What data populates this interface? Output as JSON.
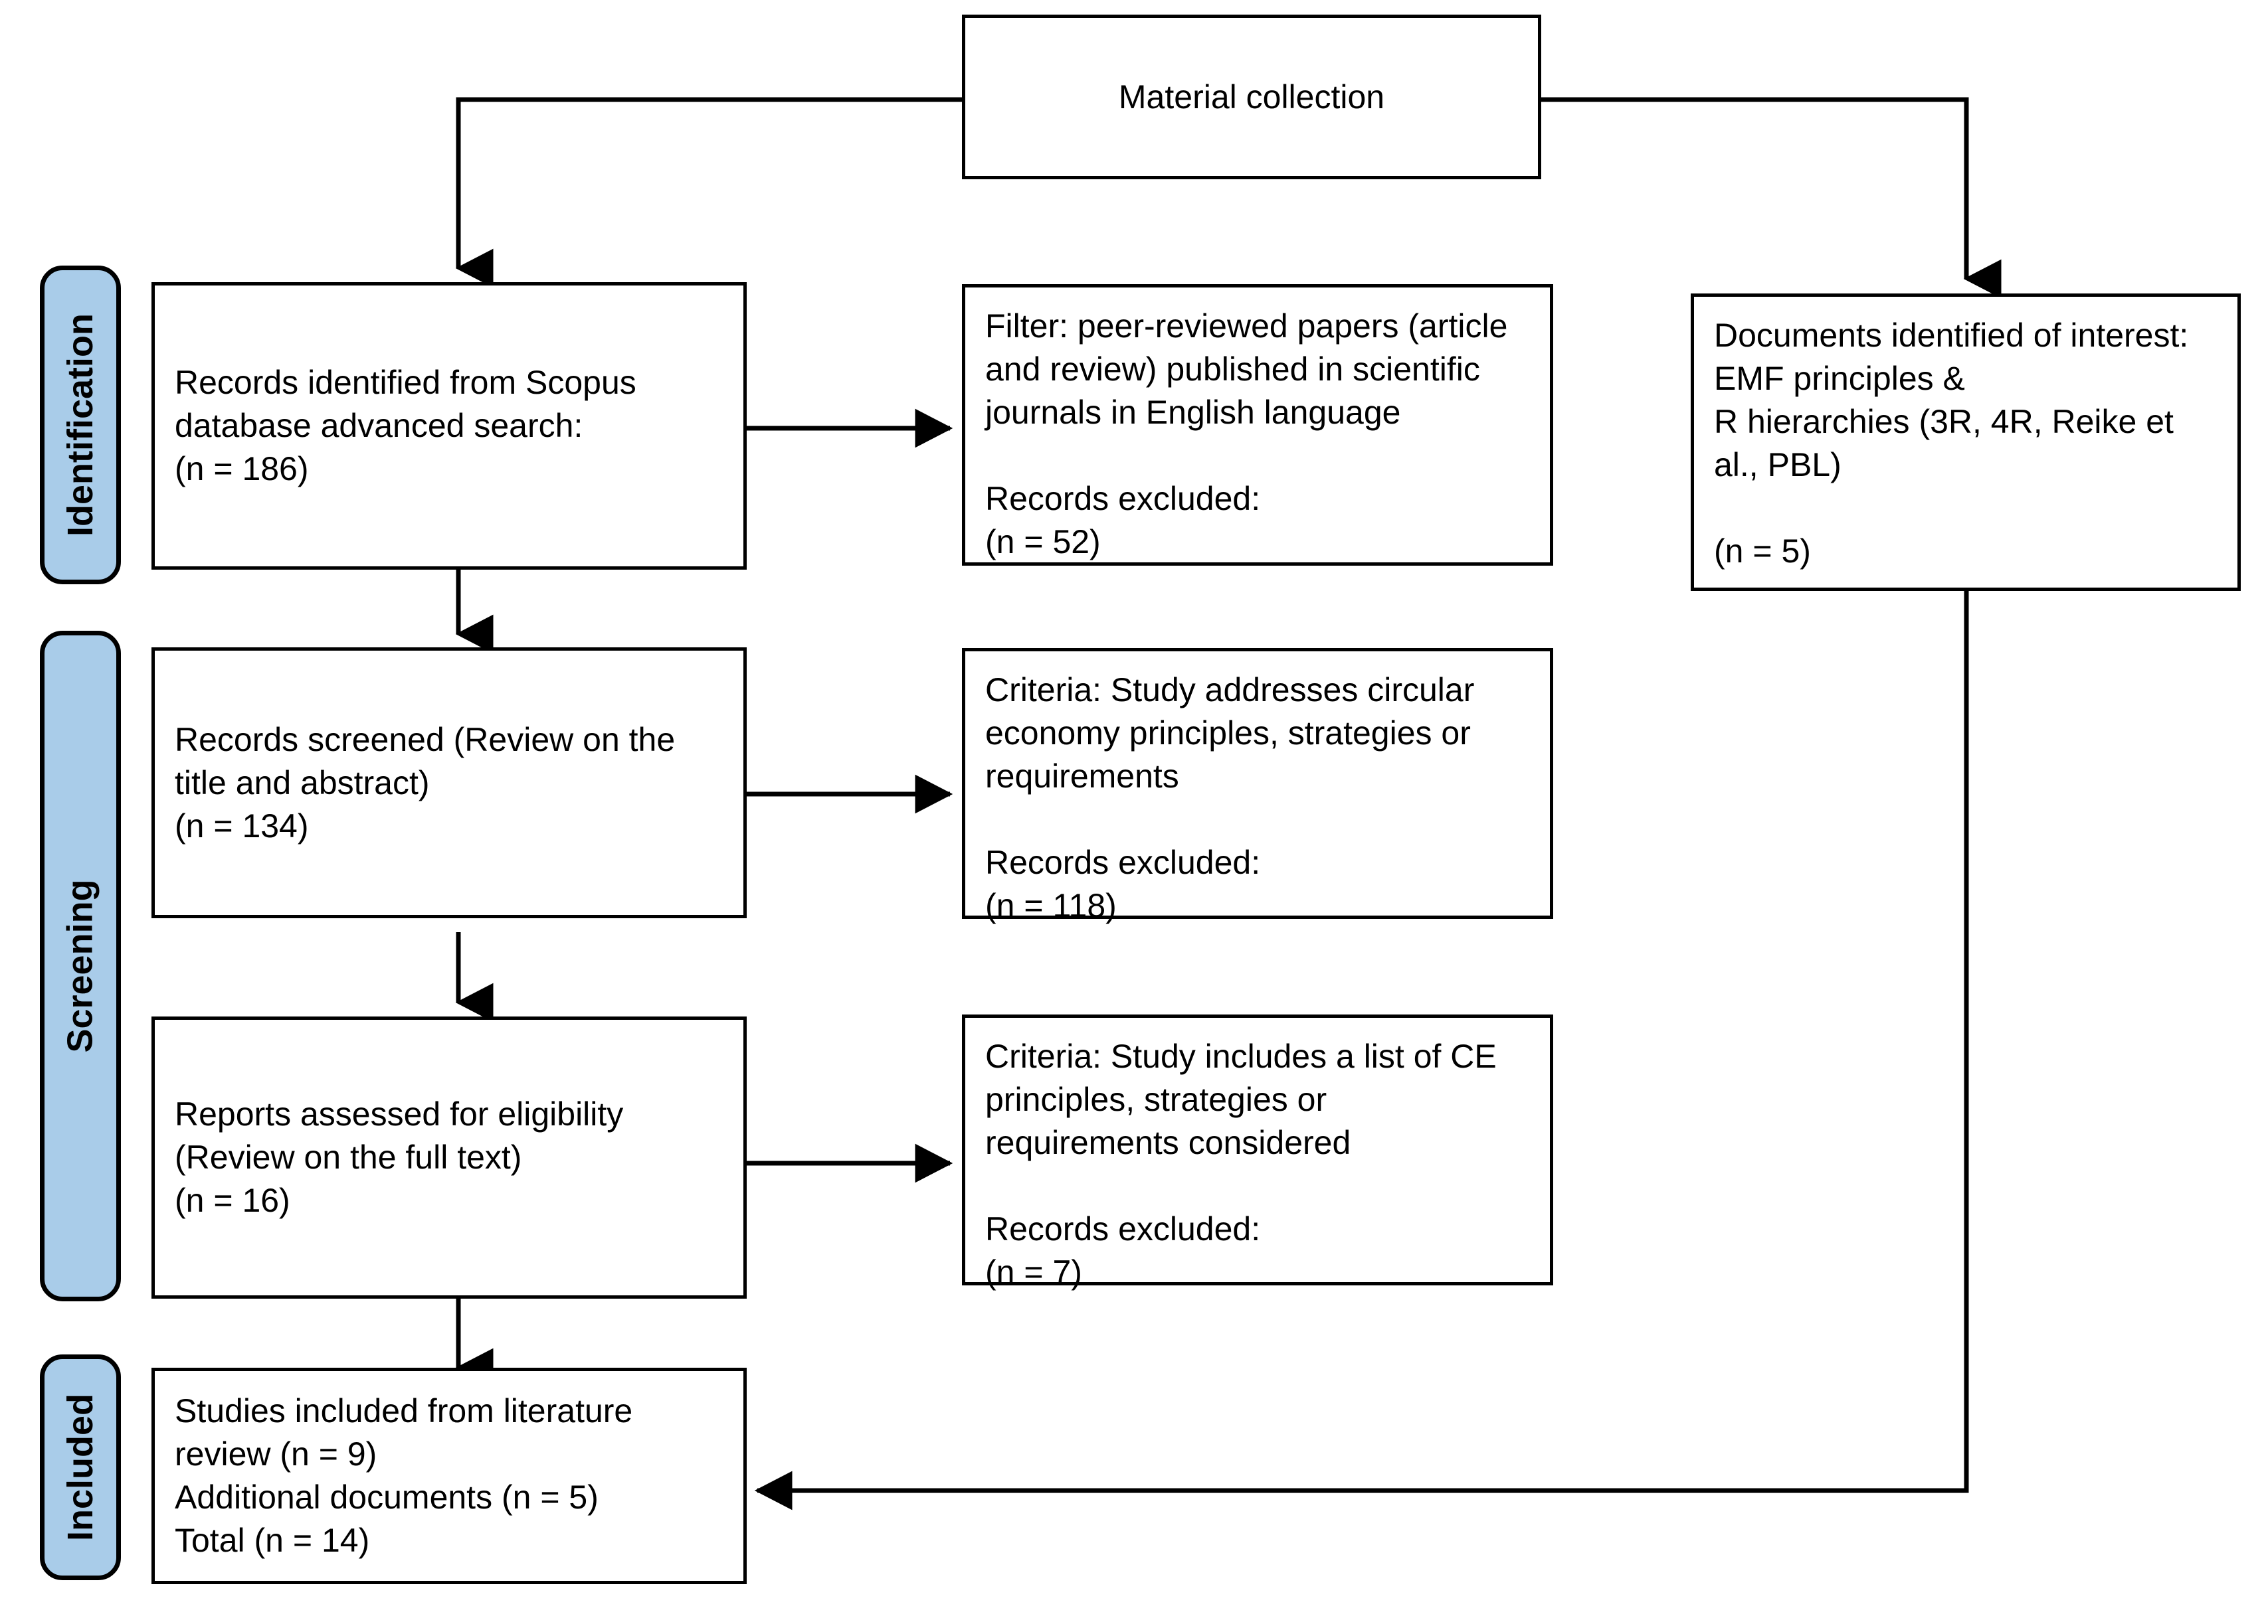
{
  "diagram": {
    "type": "prisma-flow-diagram",
    "title_box": {
      "id": "material-collection",
      "label": "Material collection"
    },
    "phases": [
      {
        "id": "identification",
        "label": "Identification"
      },
      {
        "id": "screening",
        "label": "Screening"
      },
      {
        "id": "included",
        "label": "Included"
      }
    ],
    "boxes": {
      "records_identified": {
        "label": "Records identified from Scopus\ndatabase advanced search:\n(n = 186)",
        "count_label": "(n = 186)",
        "count": 186
      },
      "filter_excluded_1": {
        "label": "Filter: peer-reviewed papers (article\nand review) published in scientific\njournals in English language\n\nRecords excluded:\n(n = 52)",
        "criterion": "Filter: peer-reviewed papers (article and review) published in scientific journals in English language",
        "excluded_label": "Records excluded:",
        "count_label": "(n = 52)",
        "count": 52
      },
      "documents_of_interest": {
        "label": "Documents identified of interest:\nEMF principles &\nR hierarchies (3R, 4R, Reike et\nal., PBL)\n\n(n = 5)",
        "count_label": "(n = 5)",
        "count": 5
      },
      "records_screened": {
        "label": "Records screened (Review on the\ntitle and abstract)\n(n = 134)",
        "count_label": "(n = 134)",
        "count": 134
      },
      "criteria_excluded_2": {
        "label": "Criteria: Study addresses circular\neconomy principles, strategies or\nrequirements\n\nRecords excluded:\n(n = 118)",
        "criterion": "Criteria: Study addresses circular economy principles, strategies or requirements",
        "excluded_label": "Records excluded:",
        "count_label": "(n = 118)",
        "count": 118
      },
      "reports_assessed": {
        "label": "Reports assessed for eligibility\n(Review on the full text)\n(n = 16)",
        "count_label": "(n = 16)",
        "count": 16
      },
      "criteria_excluded_3": {
        "label": "Criteria: Study includes a list of CE\nprinciples, strategies or\nrequirements considered\n\nRecords excluded:\n(n = 7)",
        "criterion": "Criteria: Study includes a list of CE principles, strategies or requirements considered",
        "excluded_label": "Records excluded:",
        "count_label": "(n = 7)",
        "count": 7
      },
      "studies_included": {
        "label": "Studies included from literature\nreview (n = 9)\nAdditional documents (n = 5)\nTotal (n = 14)",
        "from_review": 9,
        "additional_documents": 5,
        "total": 14
      }
    },
    "colors": {
      "phase_fill": "#A9CCE9",
      "stroke": "#000000",
      "box_fill": "#FFFFFF",
      "page_background": "#FFFFFF"
    }
  }
}
